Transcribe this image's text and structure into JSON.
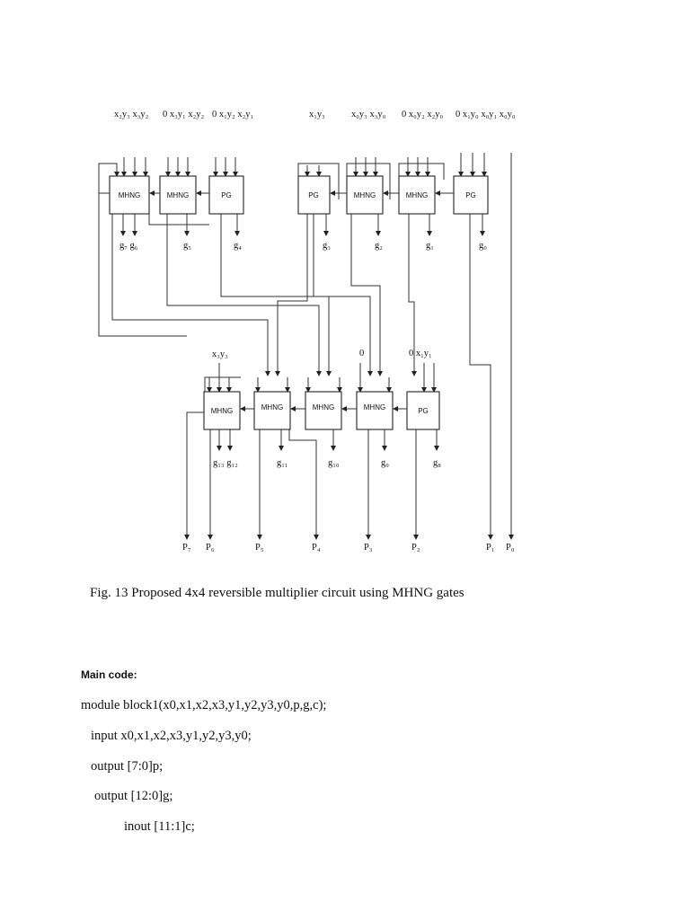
{
  "figure": {
    "caption": "Fig. 13 Proposed 4x4 reversible multiplier  circuit using MHNG gates",
    "top_input_labels": [
      "x₂y₃ x₃y₂",
      "0 x₃y₁ x₂y₂",
      "0 x₁y₂ x₂y₁",
      "x₁y₃",
      "x₀y₃ x₃y₀",
      "0 x₀y₂ x₂y₀",
      "0 x₁y₀ x₀y₁ x₀y₀"
    ],
    "top_gates": [
      "MHNG",
      "MHNG",
      "PG",
      "PG",
      "MHNG",
      "MHNG",
      "PG"
    ],
    "top_garbage_labels": [
      "g₇ g₆",
      "g₅",
      "g₄",
      "g₃",
      "g₂",
      "g₁",
      "g₀"
    ],
    "bottom_input_labels": [
      "x₃y₃",
      "0",
      "0 x₁y₁"
    ],
    "bottom_gates": [
      "MHNG",
      "MHNG",
      "MHNG",
      "MHNG",
      "PG"
    ],
    "bottom_garbage_labels": [
      "g₁₃ g₁₂",
      "g₁₁",
      "g₁₀",
      "g₉",
      "g₈"
    ],
    "output_labels": [
      "P₇",
      "P₆",
      "P₅",
      "P₄",
      "P₃",
      "P₂",
      "P₁",
      "P₀"
    ]
  },
  "code": {
    "heading": "Main code:",
    "lines": [
      "module block1(x0,x1,x2,x3,y1,y2,y3,y0,p,g,c);",
      "input x0,x1,x2,x3,y1,y2,y3,y0;",
      "output [7:0]p;",
      "output [12:0]g;",
      "inout [11:1]c;"
    ]
  }
}
